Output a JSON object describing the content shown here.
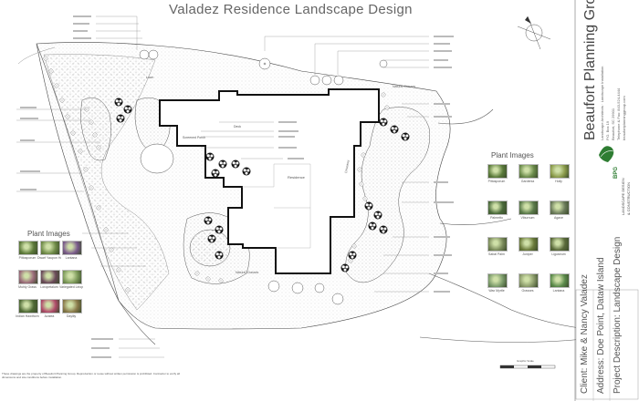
{
  "title": "Valadez Residence Landscape Design",
  "company": {
    "name": "Beaufort Planning Group",
    "tagline": "Landscape Architects · Landscape Installation",
    "address_1": "P.O. Box 19",
    "address_2": "Beaufort, SC 29901",
    "phone": "Telephone & Fax: 843-524-4444",
    "web": "beaufortplanninggroup.com",
    "logo_letters": "BPG",
    "logo_sub_1": "LANDSCAPE DESIGN",
    "logo_sub_2": "& CONSTRUCTION"
  },
  "client": {
    "name": "Client: Mike & Nancy Valadez",
    "address": "Address: Doe Point, Dataw Island",
    "project": "Project Description: Landscape Design"
  },
  "plant_images_left": {
    "heading": "Plant Images",
    "items": [
      {
        "label": "Pittosporum",
        "color": "#5d7a3a"
      },
      {
        "label": "Dwarf Yaupon Holly",
        "color": "#6f8b48"
      },
      {
        "label": "Lantana",
        "color": "#7a5a8c"
      },
      {
        "label": "Muhly Grass",
        "color": "#9a6a7a"
      },
      {
        "label": "Loropetalum",
        "color": "#6b4a5a"
      },
      {
        "label": "Variegated Liriope",
        "color": "#7d9a5a"
      },
      {
        "label": "Indian Hawthorn",
        "color": "#4f6a35"
      },
      {
        "label": "Azalea",
        "color": "#b04a6a"
      },
      {
        "label": "Daylily",
        "color": "#8a7a4a"
      }
    ]
  },
  "plant_images_right": {
    "heading": "Plant Images",
    "items": [
      {
        "label": "Pittosporum",
        "color": "#5a7a3a"
      },
      {
        "label": "Gardenia",
        "color": "#6a8a4a"
      },
      {
        "label": "Holly",
        "color": "#8a9a4a"
      },
      {
        "label": "Palmetto",
        "color": "#4a6a3a"
      },
      {
        "label": "Viburnum",
        "color": "#5a7a4a"
      },
      {
        "label": "Agave",
        "color": "#6a7a5a"
      },
      {
        "label": "Sabal Palm",
        "color": "#7a8a5a"
      },
      {
        "label": "Juniper",
        "color": "#6a7a3a"
      },
      {
        "label": "Ligustrum",
        "color": "#5a6a3a"
      },
      {
        "label": "Wax Myrtle",
        "color": "#7a9a6a"
      },
      {
        "label": "Grasses",
        "color": "#8a9a6a"
      },
      {
        "label": "Lantana",
        "color": "#5a8a4a"
      }
    ]
  },
  "plan_labels": {
    "house": "Residence",
    "screened_porch": "Screened Porch",
    "deck": "Deck",
    "driveway": "Driveway",
    "natural_grasses_1": "Natural Grasses",
    "natural_grasses_2": "Natural Grasses",
    "lawn": "Lawn"
  },
  "scale_label": "Graphic Scale",
  "notes": "These drawings are the property of Beaufort Planning Group. Reproduction or reuse without written permission is prohibited. Contractor to verify all dimensions and site conditions before installation."
}
